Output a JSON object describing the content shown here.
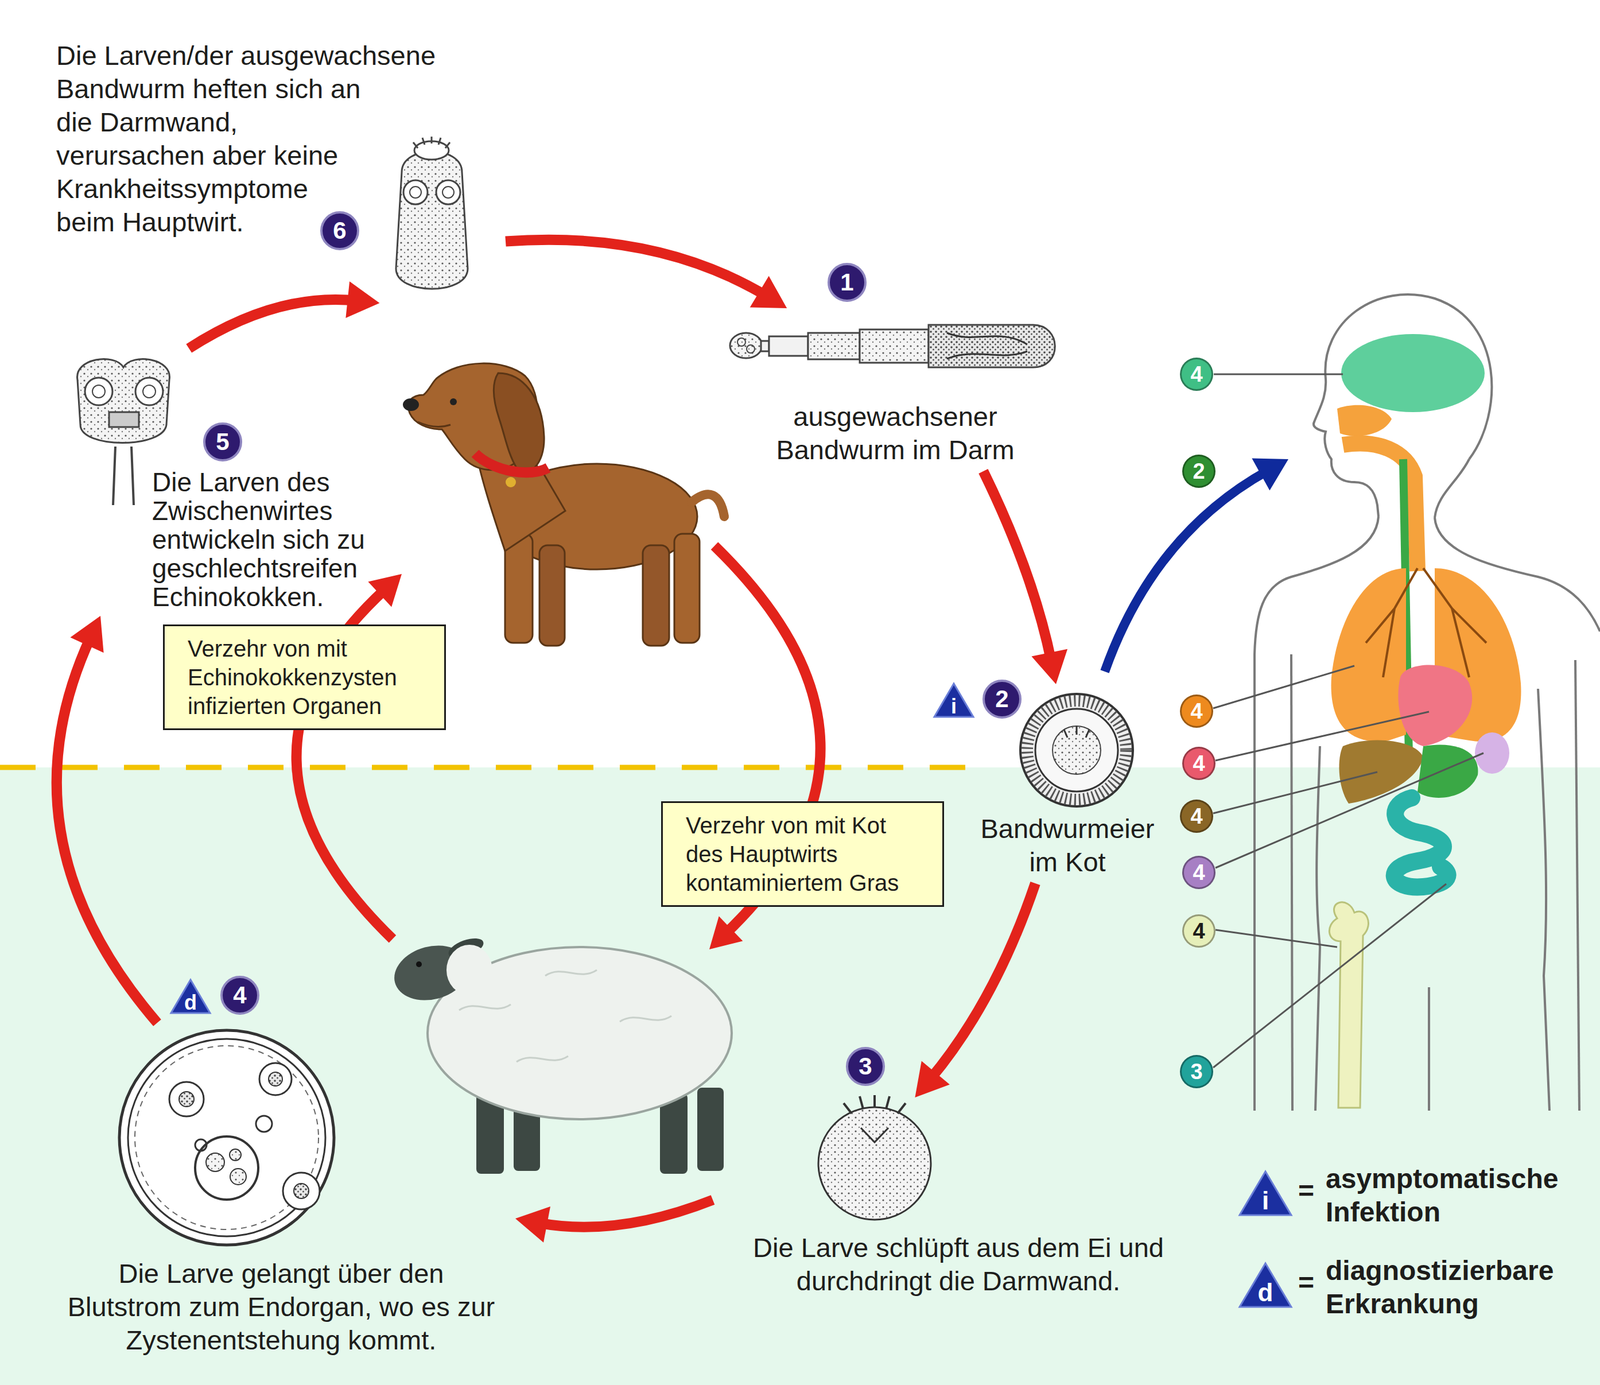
{
  "diagram": {
    "nodes": [
      {
        "text": [
          "Die Larven/der ausgewachsene Bandwurm heften sich an die Darmwand, verursachen aber keine Krankheitssymptome beim Hauptwirt."
        ]
      },
      {
        "text": [
          "ausgewachsener Bandwurm im Darm"
        ]
      },
      {
        "text": [
          "Die Larven des Zwischenwirtes entwickeln sich zu geschlechtsreifen Echinokokken."
        ]
      },
      {
        "text": [
          "Verzehr von mit Echinokokkenzysten infizierten Organen"
        ]
      },
      {
        "text": [
          "Bandwurmeier im Kot"
        ]
      },
      {
        "text": [
          "Verzehr von mit Kot des Hauptwirts kontaminiertem Gras"
        ]
      },
      {
        "text": [
          "Die Larve schlüpft aus dem Ei und durchdringt die Darmwand."
        ]
      },
      {
        "text": [
          "Die Larve gelangt über den Blutstrom zum Endorgan, wo es zur Zystenentstehung kommt."
        ]
      }
    ],
    "edges": [
      {
        "from": 0,
        "to": 1,
        "arrow": "to"
      },
      {
        "from": 1,
        "to": 4,
        "arrow": "to"
      },
      {
        "from": 4,
        "to": 6,
        "arrow": "to"
      },
      {
        "from": 6,
        "to": 7,
        "arrow": "to"
      },
      {
        "from": 7,
        "to": 2,
        "arrow": "to"
      },
      {
        "from": 2,
        "to": 0,
        "arrow": "to"
      }
    ],
    "labels": [
      "6",
      "1",
      "i",
      "2",
      "3",
      "d",
      "4",
      "5",
      "4",
      "2",
      "4",
      "4",
      "4",
      "4",
      "4",
      "3",
      "i",
      "=",
      "d",
      "="
    ],
    "legend": [
      {
        "text": "asymptomatische Infektion"
      },
      {
        "text": "diagnostizierbare Erkrankung"
      }
    ]
  }
}
